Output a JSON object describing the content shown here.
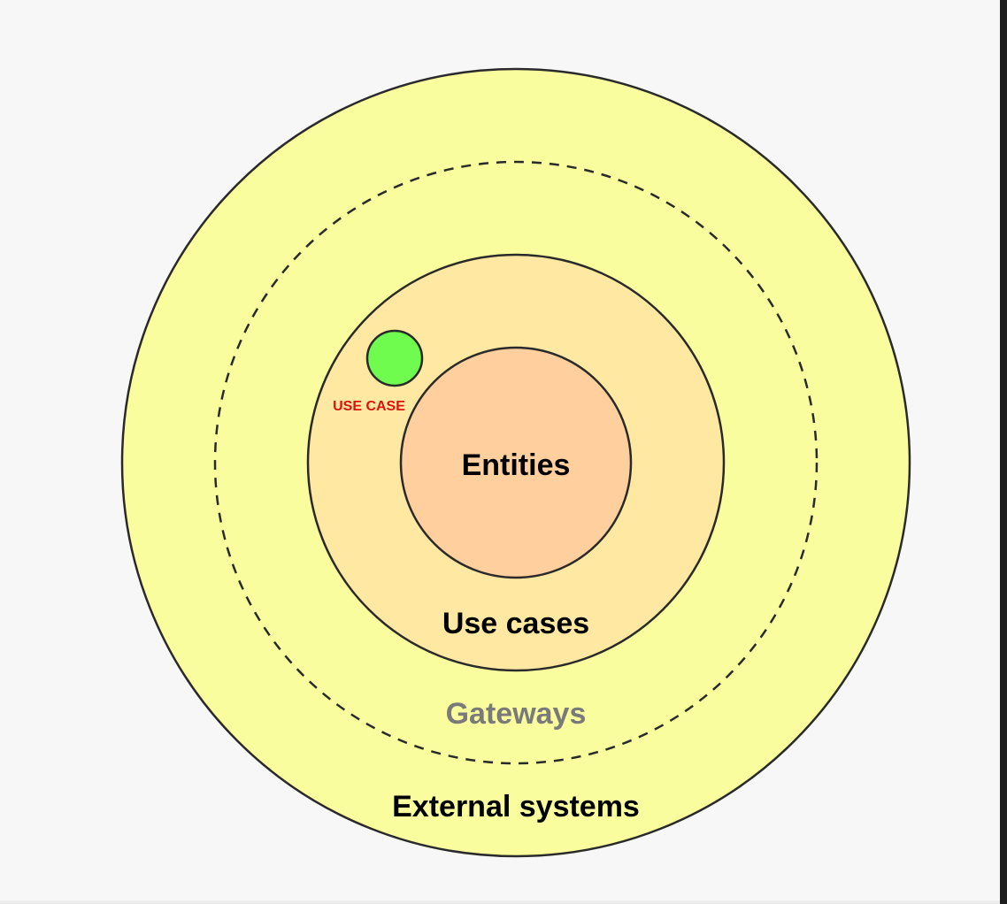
{
  "diagram": {
    "labels": {
      "entities": "Entities",
      "use_cases": "Use cases",
      "gateways": "Gateways",
      "external_systems": "External systems",
      "use_case_marker": "USE CASE"
    },
    "colors": {
      "background": "#f7f7f7",
      "external_fill": "#fafd9e",
      "use_cases_fill": "#ffe8a1",
      "entities_fill": "#ffcf9e",
      "use_case_dot": "#6ffc4f",
      "stroke": "#2a2a2a",
      "gateways_text": "#7a7a7a",
      "use_case_marker_text": "#d9140f",
      "label_text": "#000000"
    }
  }
}
